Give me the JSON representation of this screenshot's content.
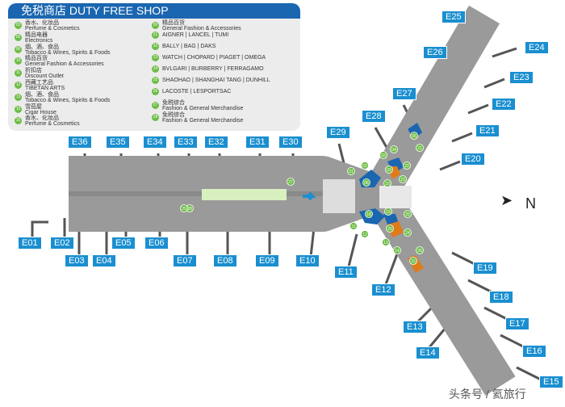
{
  "legend": {
    "title": "免税商店 DUTY FREE SHOP",
    "left": [
      {
        "num": "03",
        "cn": "香水、化妆品",
        "en": "Perfume & Cosmetics"
      },
      {
        "num": "05",
        "cn": "精品电器",
        "en": "Electronics"
      },
      {
        "num": "06",
        "cn": "烟、酒、食品",
        "en": "Tobacco & Wines, Spirits & Foods"
      },
      {
        "num": "10",
        "cn": "精品百货",
        "en": "General Fashion & Accessories"
      },
      {
        "num": "11",
        "cn": "折扣店",
        "en": "Discount Outlet"
      },
      {
        "num": "12",
        "cn": "西藏工艺品",
        "en": "TIBETAN ARTS"
      },
      {
        "num": "13",
        "cn": "烟、酒、食品",
        "en": "Tobacco & Wines, Spirits & Foods"
      },
      {
        "num": "15",
        "cn": "雪茄屋",
        "en": "Cigar House"
      },
      {
        "num": "16",
        "cn": "香水、化妆品",
        "en": "Perfume & Cosmetics"
      }
    ],
    "right": [
      {
        "num": "20",
        "cn": "精品百货",
        "en": "General Fashion & Accessories"
      },
      {
        "num": "21",
        "cn": "",
        "en": "AIGNER | LANCEL | TUMI"
      },
      {
        "num": "22",
        "cn": "",
        "en": "BALLY | BAG | DAKS"
      },
      {
        "num": "23",
        "cn": "",
        "en": "WATCH | CHOPARD | PIAGET | OMEGA"
      },
      {
        "num": "24",
        "cn": "",
        "en": "BVLGARI | BURBERRY | FERRAGAMO"
      },
      {
        "num": "25",
        "cn": "",
        "en": "SHAOHAO | SHANGHAI TANG | DUNHILL"
      },
      {
        "num": "26",
        "cn": "",
        "en": "LACOSTE | LESPORTSAC"
      },
      {
        "num": "27",
        "cn": "免税综合",
        "en": "Fashion & General Merchandise"
      },
      {
        "num": "28",
        "cn": "免税综合",
        "en": "Fashion & General Merchandise"
      }
    ]
  },
  "gates": [
    {
      "label": "E36"
    },
    {
      "label": "E35"
    },
    {
      "label": "E34"
    },
    {
      "label": "E33"
    },
    {
      "label": "E32"
    },
    {
      "label": "E31"
    },
    {
      "label": "E30"
    },
    {
      "label": "E29"
    },
    {
      "label": "E28"
    },
    {
      "label": "E27"
    },
    {
      "label": "E26"
    },
    {
      "label": "E25"
    },
    {
      "label": "E24"
    },
    {
      "label": "E23"
    },
    {
      "label": "E22"
    },
    {
      "label": "E21"
    },
    {
      "label": "E20"
    },
    {
      "label": "E01"
    },
    {
      "label": "E02"
    },
    {
      "label": "E03"
    },
    {
      "label": "E04"
    },
    {
      "label": "E05"
    },
    {
      "label": "E06"
    },
    {
      "label": "E07"
    },
    {
      "label": "E08"
    },
    {
      "label": "E09"
    },
    {
      "label": "E10"
    },
    {
      "label": "E11"
    },
    {
      "label": "E12"
    },
    {
      "label": "E13"
    },
    {
      "label": "E14"
    },
    {
      "label": "E15"
    },
    {
      "label": "E16"
    },
    {
      "label": "E17"
    },
    {
      "label": "E18"
    },
    {
      "label": "E19"
    }
  ],
  "shops": [
    "01",
    "02",
    "03",
    "04",
    "05",
    "06",
    "09",
    "10",
    "21",
    "22",
    "23",
    "11",
    "12",
    "13",
    "14",
    "15",
    "16",
    "19",
    "20",
    "24",
    "25",
    "26",
    "27",
    "28",
    "29"
  ],
  "compass": {
    "arrow": "➤",
    "label": "N"
  },
  "watermark": "头条号 / 氦旅行",
  "colors": {
    "gate": "#1a8fd0",
    "shop_marker": "#6cbd45",
    "shop_blue": "#1a66b0",
    "shop_orange": "#e07b1a",
    "concourse": "#9a9a9a"
  }
}
